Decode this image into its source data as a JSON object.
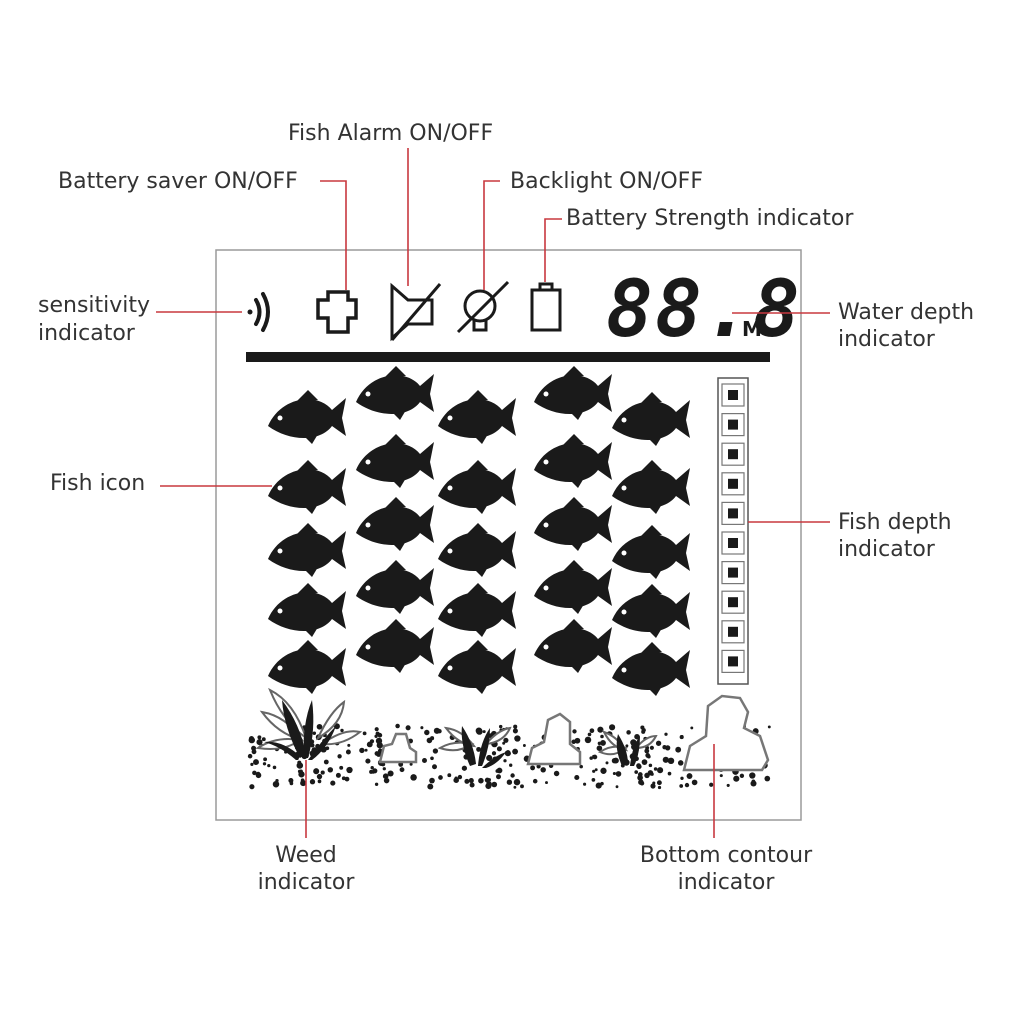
{
  "labels": {
    "fish_alarm": "Fish Alarm ON/OFF",
    "battery_saver": "Battery saver ON/OFF",
    "backlight": "Backlight ON/OFF",
    "battery_strength": "Battery Strength indicator",
    "sensitivity_line1": "sensitivity",
    "sensitivity_line2": "indicator",
    "water_depth_line1": "Water depth",
    "water_depth_line2": "indicator",
    "fish_icon": "Fish icon",
    "fish_depth_line1": "Fish depth",
    "fish_depth_line2": "indicator",
    "weed_line1": "Weed",
    "weed_line2": "indicator",
    "bottom_line1": "Bottom contour",
    "bottom_line2": "indicator"
  },
  "display": {
    "depth_value": "88.8",
    "depth_unit": "M",
    "fish_depth_segments": 10
  },
  "colors": {
    "leader": "#c8383f",
    "lcd_ink": "#1a1a1a",
    "frame": "#9a9a9a"
  },
  "icons": [
    "sensitivity-icon",
    "battery-saver-icon",
    "fish-alarm-icon",
    "backlight-icon",
    "battery-icon"
  ]
}
